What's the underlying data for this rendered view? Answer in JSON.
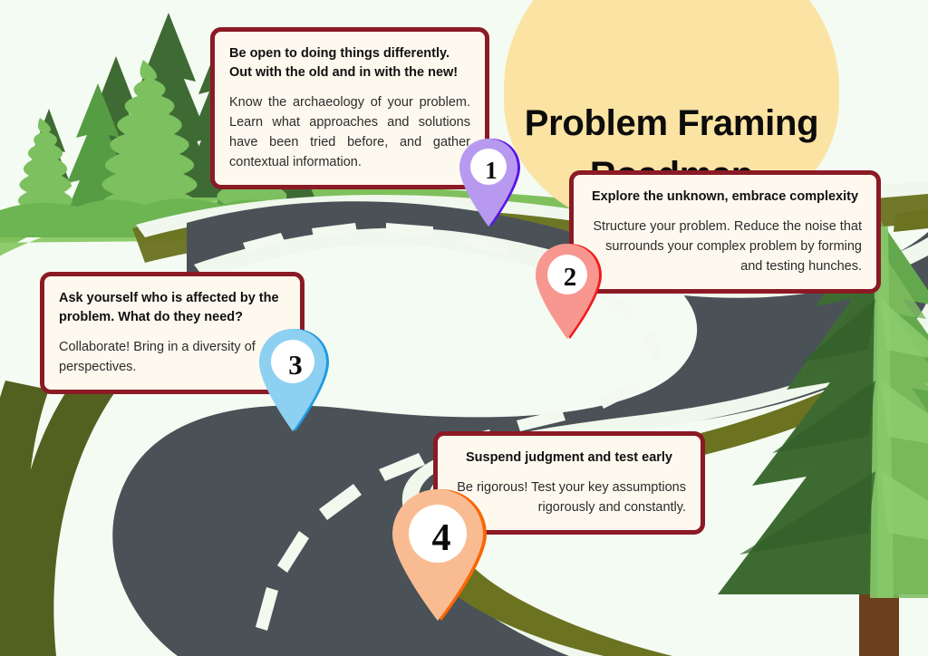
{
  "meta": {
    "poster_title_line1": "Problem Framing",
    "poster_title_line2": "Roadmap"
  },
  "colors": {
    "background": "#f4fbf2",
    "sun": "#fbe3a3",
    "box_border": "#8b1a25",
    "box_fill": "#fdf9ee",
    "road": "#4a5258",
    "road_edge": "#f0f7ec",
    "road_shoulder": "#6b7220",
    "hill_light": "#8ec96a",
    "hill_dark": "#6fae52",
    "pin1_fill": "#b79af0",
    "pin1_edge": "#5b12e8",
    "pin2_fill": "#f79790",
    "pin2_edge": "#f01c1c",
    "pin3_fill": "#8ed0f2",
    "pin3_edge": "#1e9ae0",
    "pin4_fill": "#f9bc92",
    "pin4_edge": "#fa6607",
    "pin_inner": "#ffffff",
    "tree_dark": "#3d6b32",
    "tree_mid": "#4f8c3f",
    "tree_light": "#7cc05f",
    "trunk": "#6b3f1e"
  },
  "steps": [
    {
      "number": "1",
      "heading": "Be open to doing things differently. Out with the old and in with the new!",
      "body": "Know the archaeology of your problem. Learn what approaches and solutions have been tried before, and gather contextual information."
    },
    {
      "number": "2",
      "heading": "Explore the unknown, embrace complexity",
      "body": "Structure your problem. Reduce the noise that surrounds your complex problem by forming and testing hunches."
    },
    {
      "number": "3",
      "heading": "Ask yourself who is affected by the problem. What do they need?",
      "body": "Collaborate! Bring in a diversity of perspectives."
    },
    {
      "number": "4",
      "heading": "Suspend judgment and test early",
      "body": "Be rigorous! Test your key assumptions rigorously and constantly."
    }
  ],
  "scenery": {
    "left_forest_label": "pine-forest",
    "right_tree_label": "large-pine-tree",
    "road_label": "winding-s-curve-road",
    "sun_label": "sun-circle"
  }
}
